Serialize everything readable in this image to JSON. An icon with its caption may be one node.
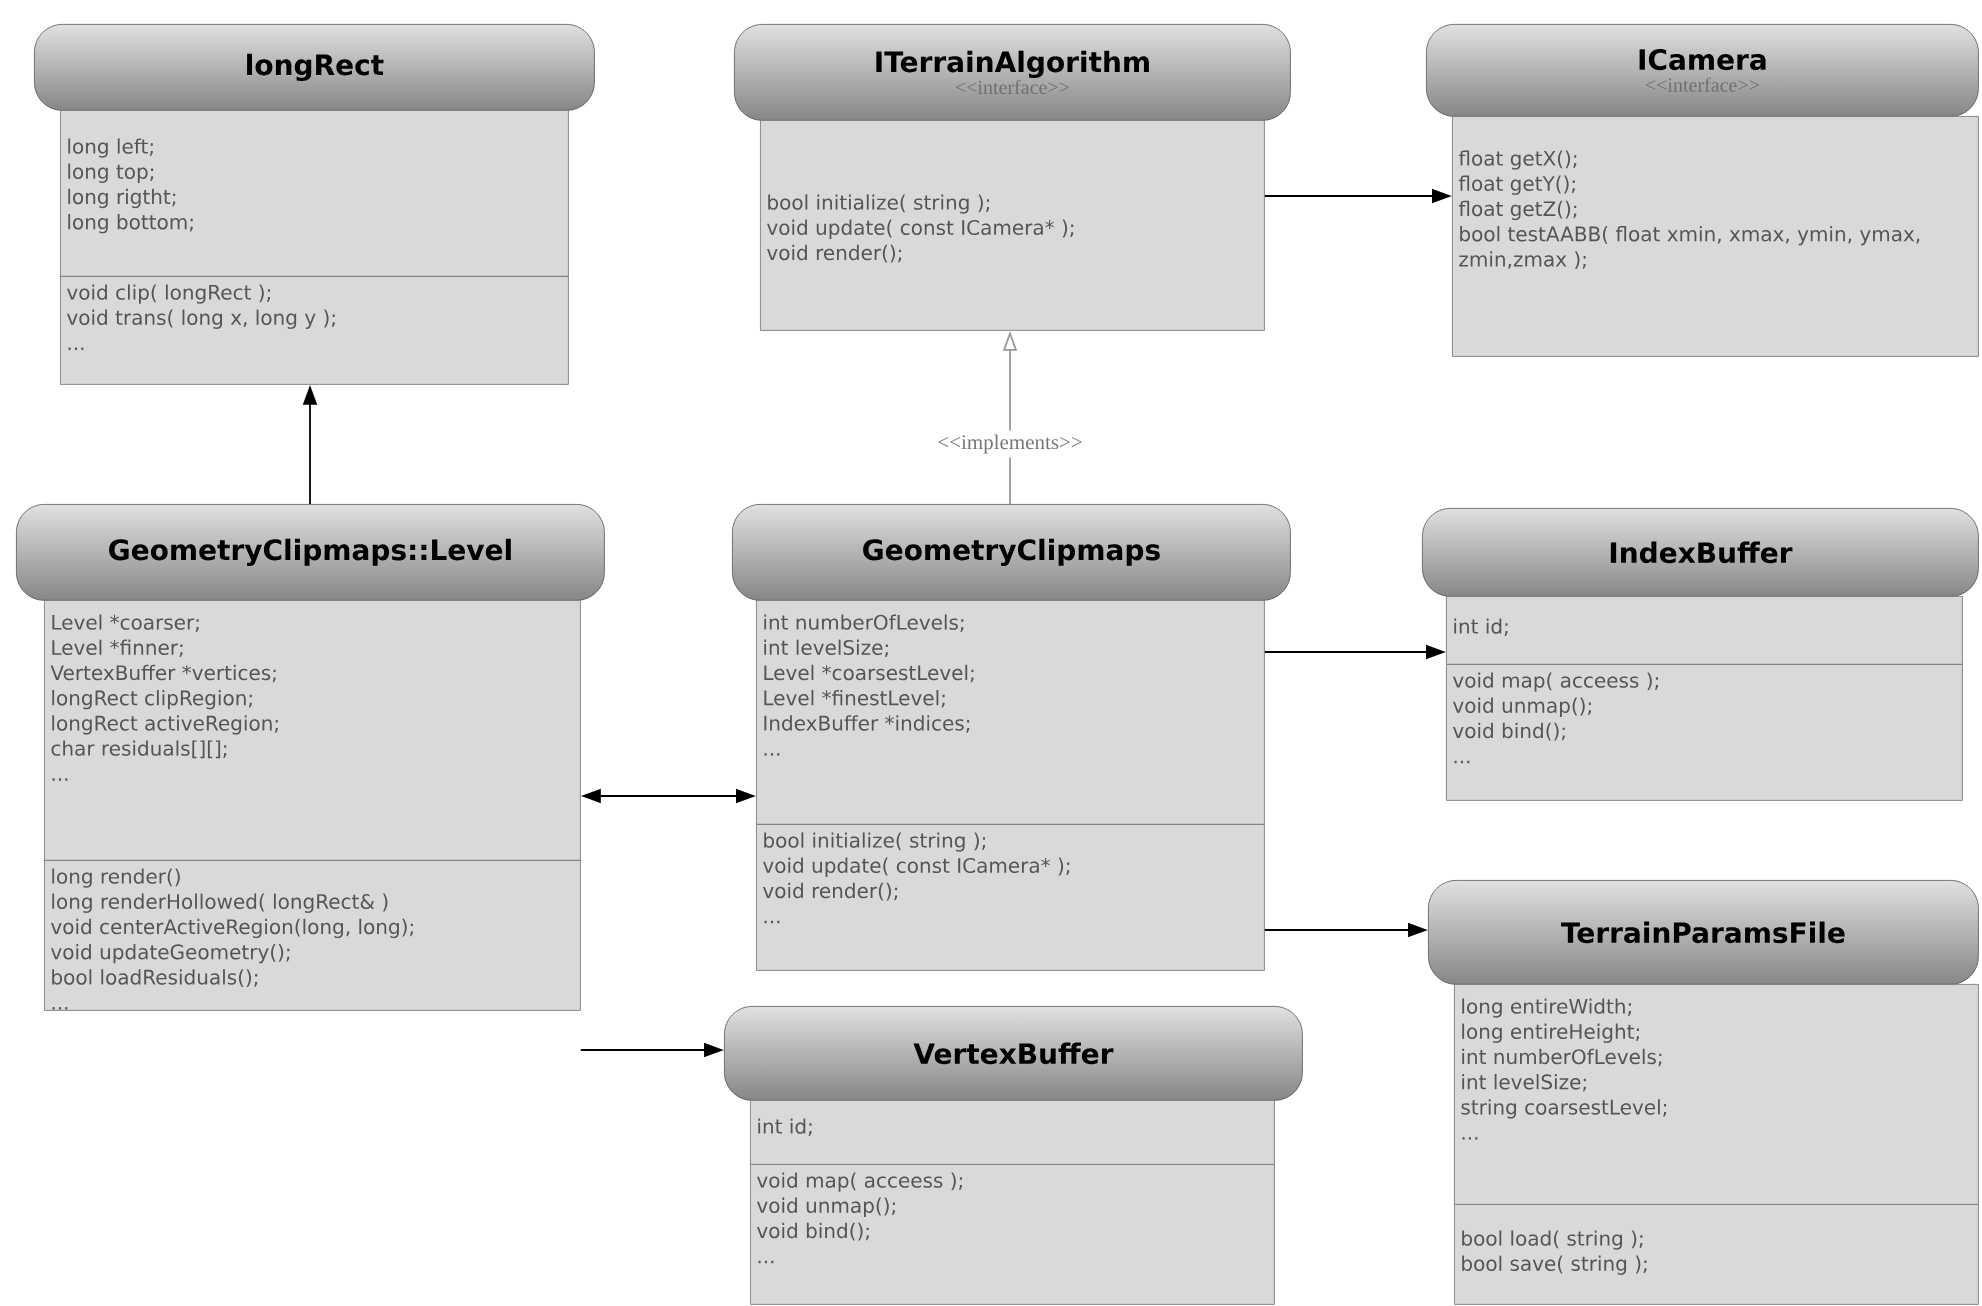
{
  "diagram": {
    "nodes": [
      {
        "text": [
          "longRect"
        ]
      },
      {
        "text": [
          "long left;",
          "long top;",
          "long rigtht;",
          "long bottom;"
        ]
      },
      {
        "text": [
          "void clip( longRect );",
          "void trans( long x, long y );",
          "..."
        ]
      },
      {
        "text": [
          "ITerrainAlgorithm",
          "<<interface>>"
        ]
      },
      {
        "text": [
          "bool initialize( string );",
          "void update( const ICamera* );",
          "void render();"
        ]
      },
      {
        "text": [
          "ICamera",
          "<<interface>>"
        ]
      },
      {
        "text": [
          "float getX();",
          "float getY();",
          "float getZ();",
          "bool testAABB( float xmin, xmax, ymin, ymax, zmin,zmax );"
        ]
      },
      {
        "text": [
          "GeometryClipmaps::Level"
        ]
      },
      {
        "text": [
          "Level *coarser;",
          "Level *finner;",
          "VertexBuffer *vertices;",
          "longRect clipRegion;",
          "longRect activeRegion;",
          "char residuals[][];",
          "..."
        ]
      },
      {
        "text": [
          "long render()",
          "long renderHollowed( longRect& )",
          "void centerActiveRegion(long, long);",
          "void updateGeometry();",
          "bool loadResiduals();",
          "..."
        ]
      },
      {
        "text": [
          "GeometryClipmaps"
        ]
      },
      {
        "text": [
          "int numberOfLevels;",
          "int levelSize;",
          "Level *coarsestLevel;",
          "Level *finestLevel;",
          "IndexBuffer *indices;",
          "..."
        ]
      },
      {
        "text": [
          "bool initialize( string );",
          "void update( const ICamera* );",
          "void render();",
          "..."
        ]
      },
      {
        "text": [
          "IndexBuffer"
        ]
      },
      {
        "text": [
          "int id;"
        ]
      },
      {
        "text": [
          "void map( acceess );",
          "void unmap();",
          "void bind();",
          "..."
        ]
      },
      {
        "text": [
          "VertexBuffer"
        ]
      },
      {
        "text": [
          "int id;"
        ]
      },
      {
        "text": [
          "void map( acceess );",
          "void unmap();",
          "void bind();",
          "..."
        ]
      },
      {
        "text": [
          "TerrainParamsFile"
        ]
      },
      {
        "text": [
          "long entireWidth;",
          "long entireHeight;",
          "int numberOfLevels;",
          "int levelSize;",
          "string coarsestLevel;",
          "..."
        ]
      },
      {
        "text": [
          "bool load( string );",
          "bool save( string );"
        ]
      }
    ],
    "edges": [
      {
        "from": 7,
        "to": 2,
        "arrow": "to"
      },
      {
        "from": 4,
        "to": 6,
        "arrow": "to"
      },
      {
        "from": 10,
        "to": 4,
        "arrow": "to",
        "label": "<<implements>>",
        "color": "#999999"
      },
      {
        "from": 8,
        "to": 11,
        "arrow": "both"
      },
      {
        "from": 11,
        "to": 14,
        "arrow": "to"
      },
      {
        "from": 12,
        "to": 19,
        "arrow": "to"
      },
      {
        "from": 9,
        "to": 16,
        "arrow": "to"
      }
    ]
  }
}
